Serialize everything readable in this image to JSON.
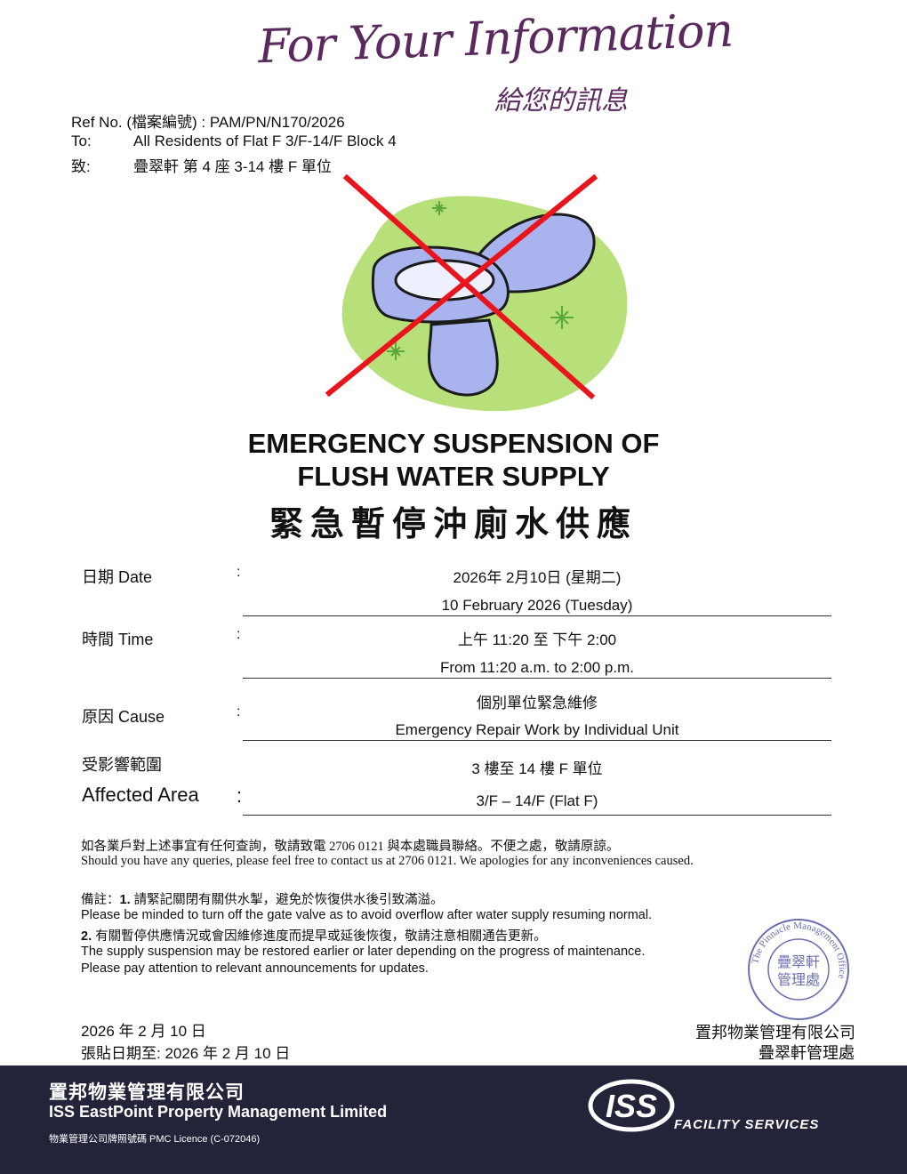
{
  "header": {
    "banner_en": "For Your Information",
    "banner_zh": "給您的訊息"
  },
  "meta": {
    "ref_line": "Ref No. (檔案編號) : PAM/PN/N170/2026",
    "to_label": "To:",
    "to_value": "All Residents of Flat F 3/F-14/F Block 4",
    "to_label_zh": "致:",
    "to_value_zh": "疊翠軒 第 4 座 3-14 樓 F 單位"
  },
  "title": {
    "line1": "EMERGENCY SUSPENSION OF",
    "line2": "FLUSH WATER SUPPLY",
    "line_zh": "緊急暫停沖廁水供應"
  },
  "details": {
    "date_label": "日期  Date",
    "date_zh": "2026年 2月10日 (星期二)",
    "date_en": "10 February 2026 (Tuesday)",
    "time_label": "時間  Time",
    "time_zh": "上午 11:20 至 下午 2:00",
    "time_en": "From 11:20 a.m. to 2:00 p.m.",
    "cause_label": "原因  Cause",
    "cause_zh": "個別單位緊急維修",
    "cause_en": "Emergency Repair Work by Individual Unit",
    "area_label_zh": "受影響範圍",
    "area_label_en": "Affected Area",
    "area_zh": "3 樓至 14 樓 F 單位",
    "area_en": "3/F – 14/F  (Flat F)",
    "colon": ":"
  },
  "enquiry": {
    "zh": "如各業戶對上述事宜有任何查詢，敬請致電 2706 0121 與本處職員聯絡。不便之處，敬請原諒。",
    "en": "Should you have any queries, please feel free to contact us at 2706 0121. We apologies for any inconveniences caused."
  },
  "remarks": {
    "prefix": "備註：",
    "n1": "1.",
    "r1_zh": " 請緊記關閉有關供水掣，避免於恢復供水後引致滿溢。",
    "r1_en": "Please be minded to turn off the gate valve as to avoid overflow after water supply resuming normal.",
    "n2": "2.",
    "r2_zh": " 有關暫停供應情況或會因維修進度而提早或延後恢復，敬請注意相關通告更新。",
    "r2_en1": "The supply suspension may be restored earlier or later depending on the progress of maintenance.",
    "r2_en2": "Please pay attention to relevant announcements for updates."
  },
  "stamp": {
    "center": "疊翠軒管理處",
    "ring": "The Pinnacle Management Office"
  },
  "dates": {
    "issue": "2026 年 2 月 10 日",
    "post_until": "張貼日期至: 2026 年 2 月 10 日"
  },
  "signature": {
    "company": "置邦物業管理有限公司",
    "office": "疊翠軒管理處"
  },
  "footer": {
    "company_zh": "置邦物業管理有限公司",
    "company_en": "ISS EastPoint Property Management Limited",
    "licence": "物業管理公司牌照號碼  PMC Licence (C-072046)",
    "brand": "ISS",
    "tagline": "FACILITY SERVICES"
  },
  "colors": {
    "cross": "#e8161c",
    "footer_bg": "#23233a",
    "blob": "#b8e07a",
    "toilet": "#a9b3ee",
    "stamp": "#6b6fb0",
    "script": "#5a2a5e"
  }
}
